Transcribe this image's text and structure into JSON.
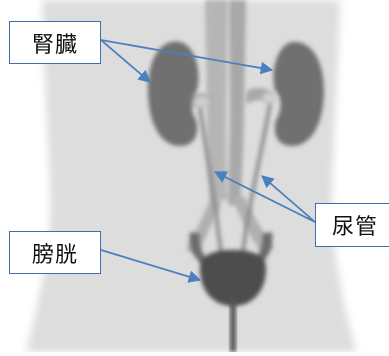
{
  "labels": {
    "kidney": "腎臓",
    "ureter": "尿管",
    "bladder": "膀胱"
  },
  "colors": {
    "background": "#ffffff",
    "body": "#dddddd",
    "vessel": "#b3b3b3",
    "organ": "#6f6f6f",
    "bladder": "#4e4e4e",
    "label_border": "#3e6fa8",
    "arrow": "#4c7fbf"
  }
}
